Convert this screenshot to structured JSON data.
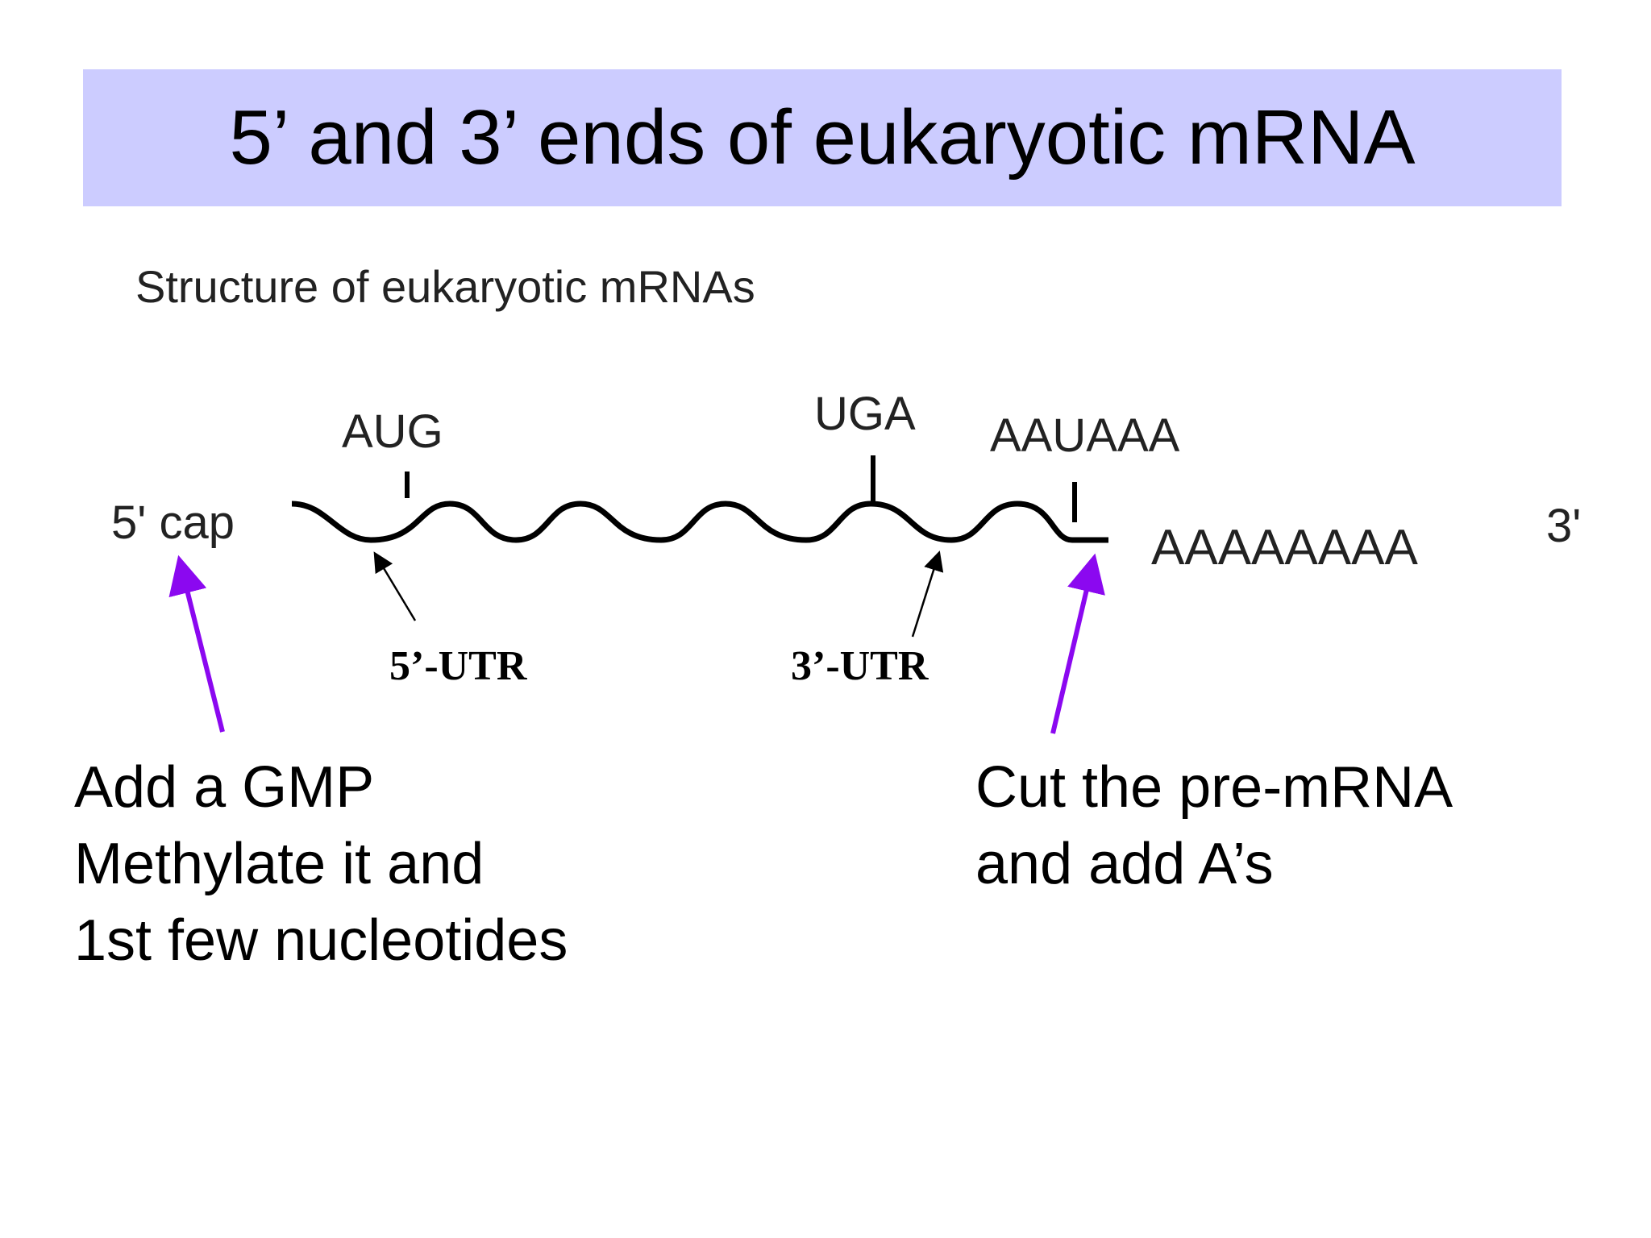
{
  "slide": {
    "title": "5’ and 3’ ends of eukaryotic mRNA",
    "colors": {
      "title_bar": "#ccccff",
      "arrow": "#8b08f0",
      "strand": "#000000",
      "text": "#000000"
    }
  },
  "diagram": {
    "subtitle": "Structure of eukaryotic mRNAs",
    "end_5_label": "5' cap",
    "end_3_label": "3'",
    "poly_a_tail": "AAAAAAAA",
    "codons": {
      "start": "AUG",
      "stop": "UGA",
      "polyadenylation_signal": "AAUAAA"
    },
    "utr_labels": {
      "five_prime": "5’-UTR",
      "three_prime": "3’-UTR"
    }
  },
  "notes": {
    "left": [
      "Add a GMP",
      "Methylate it and",
      "1st few nucleotides"
    ],
    "right": [
      "Cut the pre-mRNA",
      "and add A’s"
    ]
  }
}
